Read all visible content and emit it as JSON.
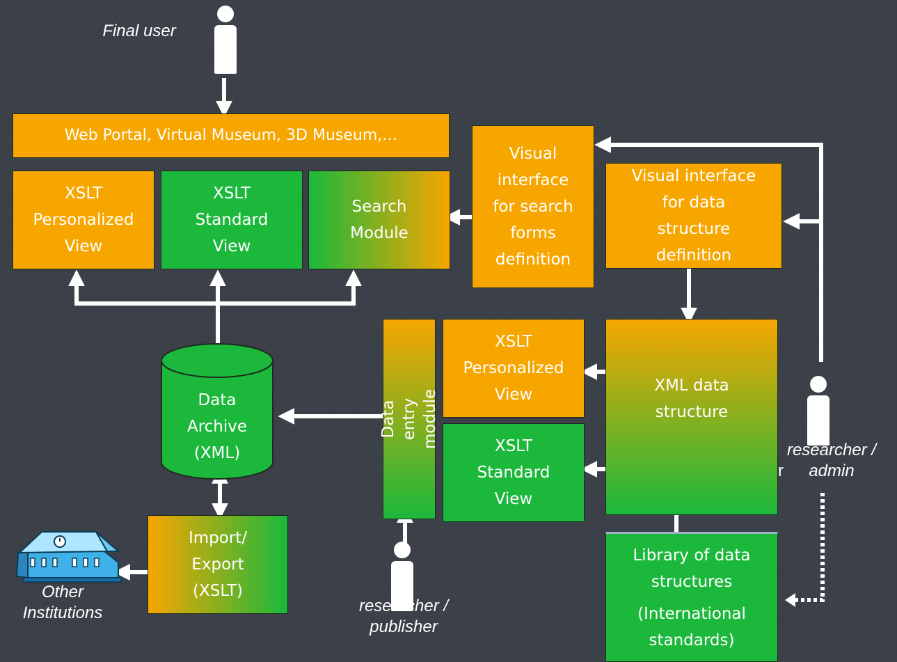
{
  "diagram": {
    "actors": {
      "final_user": "Final user",
      "researcher_admin": "researcher /\nadmin",
      "researcher_publisher": "researcher /\npublisher",
      "other_institutions": "Other\nInstitutions"
    },
    "boxes": {
      "web_portal": "Web Portal, Virtual Museum, 3D Museum,…",
      "xslt_personalized_top": "XSLT\nPersonalized\nView",
      "xslt_standard_top": "XSLT\nStandard\nView",
      "search_module": "Search\nModule",
      "visual_search_forms": "Visual\ninterface\nfor search\nforms\ndefinition",
      "visual_data_structure": "Visual interface\nfor data\nstructure\ndefinition",
      "data_archive": "Data\nArchive\n(XML)",
      "data_entry_module": "Data entry\nmodule",
      "xslt_personalized_mid": "XSLT\nPersonalized\nView",
      "xslt_standard_mid": "XSLT\nStandard\nView",
      "xml_data_structure": "XML data\nstructure",
      "import_export": "Import/\nExport\n(XSLT)",
      "library_title": "Library of data\nstructures",
      "library_subtitle": "(International\nstandards)"
    },
    "stray_glyph": "r",
    "colors": {
      "orange": "#f7a600",
      "green": "#1bb83c",
      "background": "#3b4048",
      "arrow": "#ffffff"
    },
    "icons": {
      "user": "person-icon",
      "institution": "building-icon"
    }
  }
}
